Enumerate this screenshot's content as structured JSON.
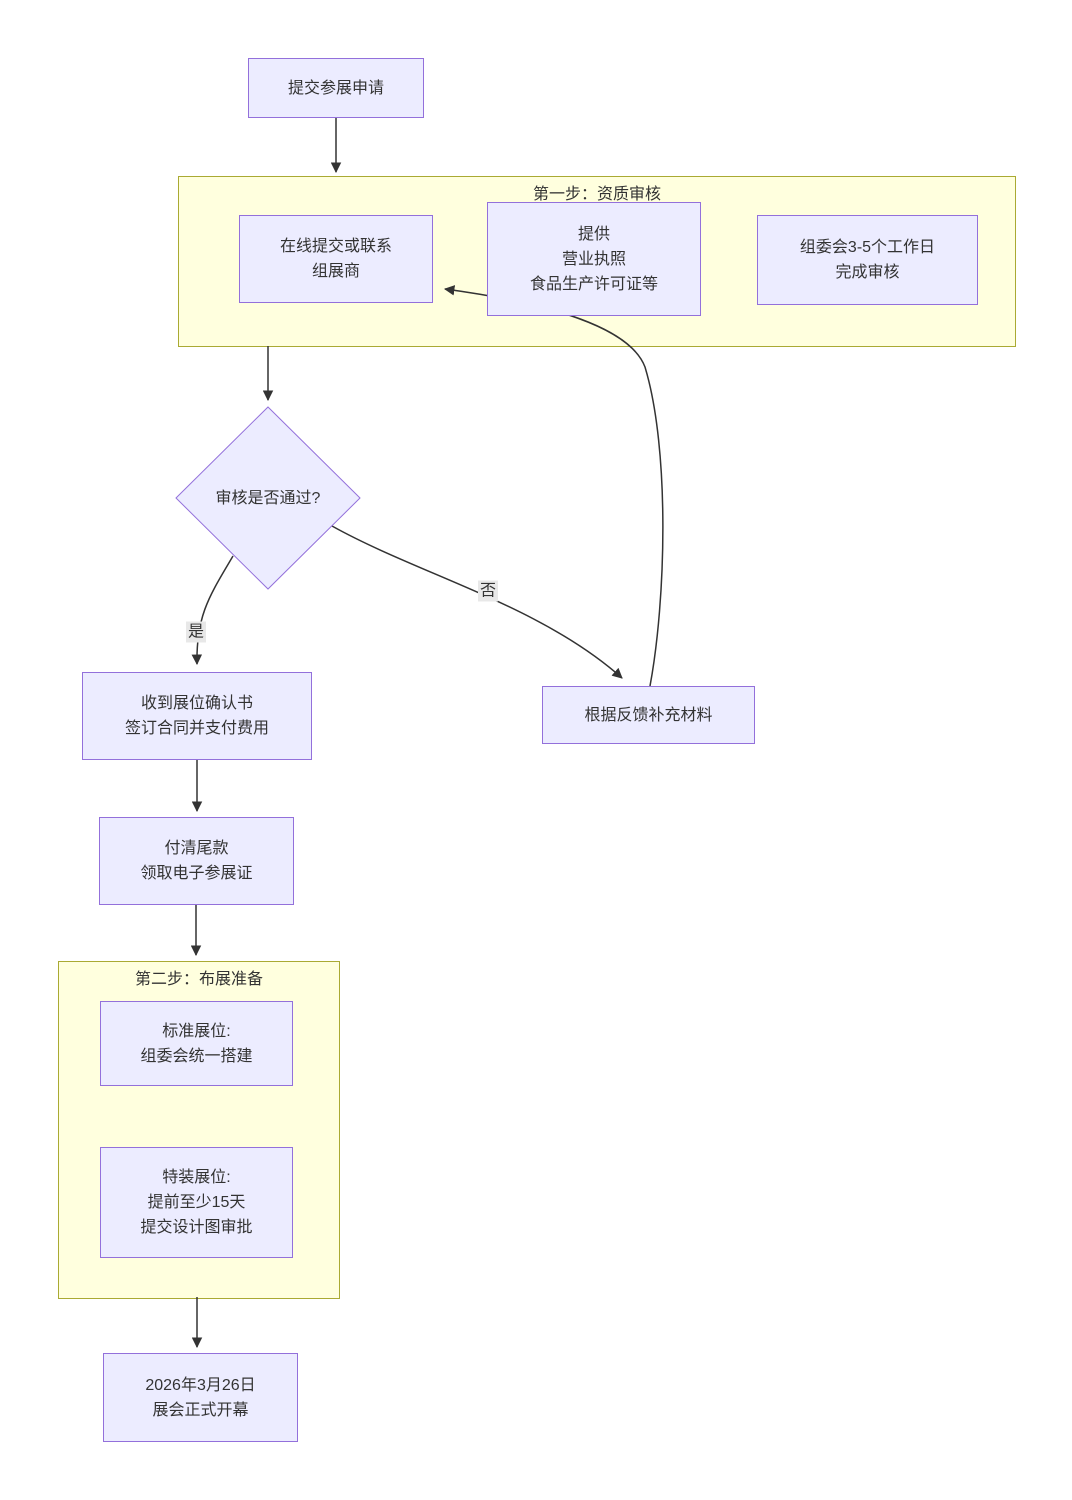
{
  "colors": {
    "node_fill": "#ECECFF",
    "node_border": "#9370DB",
    "cluster_fill": "#FFFFDE",
    "cluster_border": "#AAAA33",
    "edge": "#333333",
    "label_bg": "#E8E8E8",
    "text": "#333333"
  },
  "diagram": {
    "clusters": {
      "step1": {
        "title": "第一步：资质审核"
      },
      "step2": {
        "title": "第二步：布展准备"
      }
    },
    "nodes": {
      "submit_application": {
        "label": "提交参展申请"
      },
      "online_submit": {
        "lines": [
          "在线提交或联系",
          "组展商"
        ]
      },
      "provide_docs": {
        "lines": [
          "提供",
          "营业执照",
          "食品生产许可证等"
        ]
      },
      "committee_review": {
        "lines": [
          "组委会3-5个工作日",
          "完成审核"
        ]
      },
      "review_decision": {
        "label": "审核是否通过?"
      },
      "booth_confirmation": {
        "lines": [
          "收到展位确认书",
          "签订合同并支付费用"
        ]
      },
      "supplement_materials": {
        "label": "根据反馈补充材料"
      },
      "final_payment": {
        "lines": [
          "付清尾款",
          "领取电子参展证"
        ]
      },
      "standard_booth": {
        "lines": [
          "标准展位:",
          "组委会统一搭建"
        ]
      },
      "custom_booth": {
        "lines": [
          "特装展位:",
          "提前至少15天",
          "提交设计图审批"
        ]
      },
      "opening_day": {
        "lines": [
          "2026年3月26日",
          "展会正式开幕"
        ]
      }
    },
    "edge_labels": {
      "yes": "是",
      "no": "否"
    }
  }
}
